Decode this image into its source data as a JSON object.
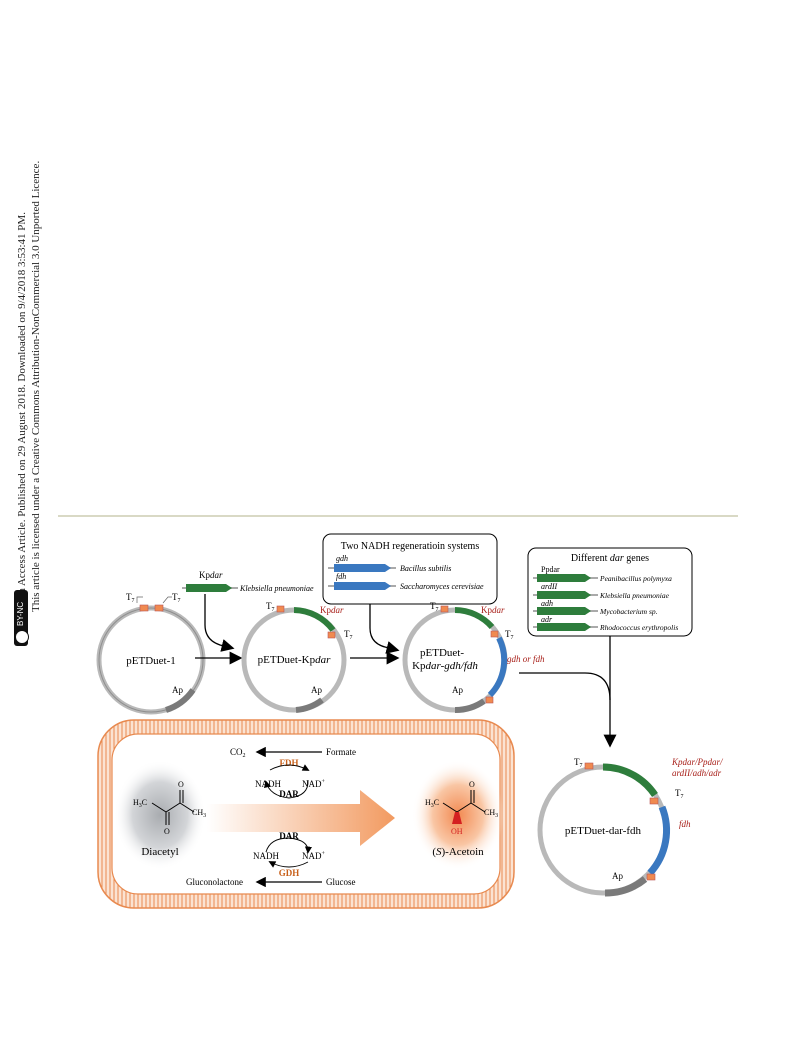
{
  "sidebar": {
    "line1": "Open Access Article. Published on 29 August 2018. Downloaded on 9/4/2018 3:53:41 PM.",
    "line2": "This article is licensed under a Creative Commons Attribution-NonCommercial 3.0 Unported Licence.",
    "license_badge": "BY-NC"
  },
  "plasmids": {
    "p1": {
      "name": "pETDuet-1",
      "t1": "T",
      "t2": "T",
      "sub": "7",
      "ap": "Ap"
    },
    "p2": {
      "name_a": "pETDuet-Kp",
      "name_b": "dar",
      "t1": "T",
      "t2": "T",
      "sub": "7",
      "ap": "Ap",
      "gene_a": "Kp",
      "gene_b": "dar"
    },
    "p3": {
      "line1": "pETDuet-",
      "line2_a": "Kp",
      "line2_b": "dar-gdh/fdh",
      "t1": "T",
      "t2": "T",
      "sub": "7",
      "ap": "Ap",
      "gene_a": "Kp",
      "gene_b": "dar",
      "gene2": "gdh or fdh"
    },
    "p4": {
      "name": "pETDuet-dar-fdh",
      "t1": "T",
      "t2": "T",
      "sub": "7",
      "ap": "Ap",
      "gene_line1": "Kpdar/Ppdar/",
      "gene_line2": "ardII/adh/adr",
      "gene2": "fdh"
    }
  },
  "kp_insert": {
    "gene_a": "Kp",
    "gene_b": "dar",
    "organism": "Klebsiella pneumoniae"
  },
  "nadh_box": {
    "title": "Two NADH regeneratioin systems",
    "rows": [
      {
        "gene": "gdh",
        "organism": "Bacillus subtilis"
      },
      {
        "gene": "fdh",
        "organism": "Saccharomyces cerevisiae"
      }
    ]
  },
  "dar_box": {
    "title_a": "Different ",
    "title_b": "dar",
    "title_c": " genes",
    "rows": [
      {
        "gene": "Ppdar",
        "organism": "Peanibacillus polymyxa"
      },
      {
        "gene": "ardII",
        "organism": "Klebsiella pneumoniae"
      },
      {
        "gene": "adh",
        "organism": "Mycobacterium sp."
      },
      {
        "gene": "adr",
        "organism": "Rhodococcus erythropolis"
      }
    ]
  },
  "cell": {
    "co2": "CO",
    "co2_sub": "2",
    "formate": "Formate",
    "fdh": "FDH",
    "nadh_top": "NADH",
    "nad_top": "NAD",
    "plus": "+",
    "dar_top": "DAR",
    "dar_bottom": "DAR",
    "nadh_bottom": "NADH",
    "nad_bottom": "NAD",
    "gdh": "GDH",
    "gluconolactone": "Gluconolactone",
    "glucose": "Glucose",
    "diacetyl": "Diacetyl",
    "acetoin_a": "(",
    "acetoin_s": "S",
    "acetoin_b": ")-Acetoin",
    "h3c": "H",
    "h3c_sub": "3",
    "h3c_c": "C",
    "ch3": "CH",
    "ch3_sub": "3",
    "o": "O",
    "oh": "OH"
  },
  "colors": {
    "green": "#2e7d3c",
    "blue": "#3a78c0",
    "grey_plasmid": "#a8a8a8",
    "orange": "#f08a50",
    "gene_red": "#a8201a",
    "enzyme_orange": "#c8601a"
  }
}
